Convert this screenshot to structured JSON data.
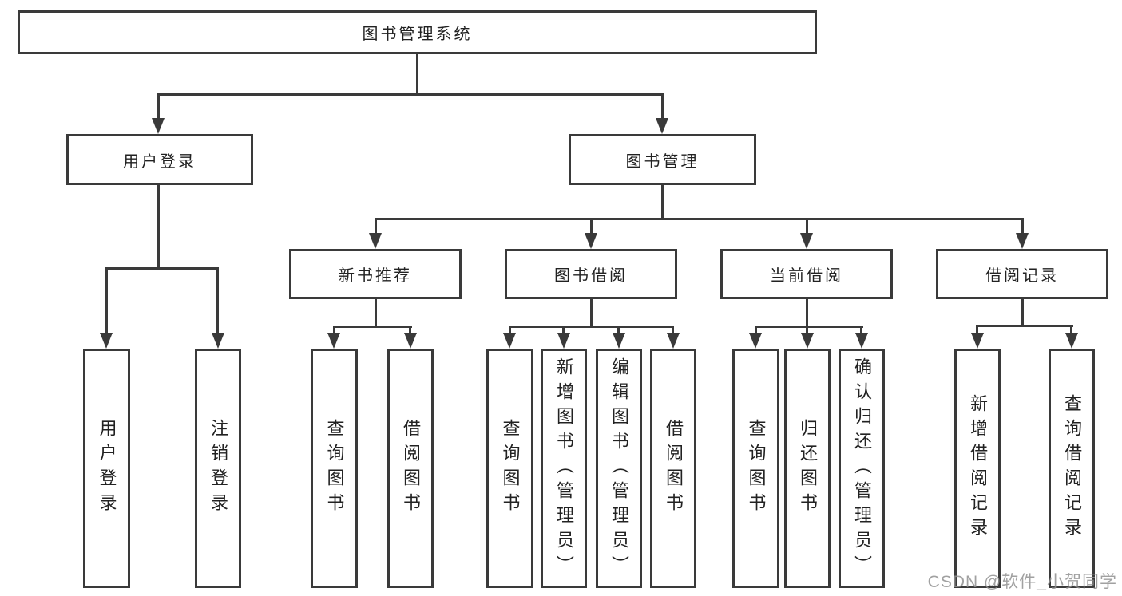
{
  "diagram": {
    "title_node": {
      "label": "图书管理系统"
    },
    "level2": [
      {
        "label": "用户登录"
      },
      {
        "label": "图书管理"
      }
    ],
    "level3": [
      {
        "label": "新书推荐"
      },
      {
        "label": "图书借阅"
      },
      {
        "label": "当前借阅"
      },
      {
        "label": "借阅记录"
      }
    ],
    "leaves": [
      {
        "label": "用户登录"
      },
      {
        "label": "注销登录"
      },
      {
        "label": "查询图书"
      },
      {
        "label": "借阅图书"
      },
      {
        "label": "查询图书"
      },
      {
        "label": "新增图书（管理员）"
      },
      {
        "label": "编辑图书（管理员）"
      },
      {
        "label": "借阅图书"
      },
      {
        "label": "查询图书"
      },
      {
        "label": "归还图书"
      },
      {
        "label": "确认归还（管理员）"
      },
      {
        "label": "新增借阅记录"
      },
      {
        "label": "查询借阅记录"
      }
    ],
    "colors": {
      "line": "#3a3a3a",
      "text": "#222222",
      "background": "#ffffff",
      "watermark_color": "#919191"
    }
  },
  "watermark": {
    "text": "CSDN @软件_小贺同学"
  }
}
